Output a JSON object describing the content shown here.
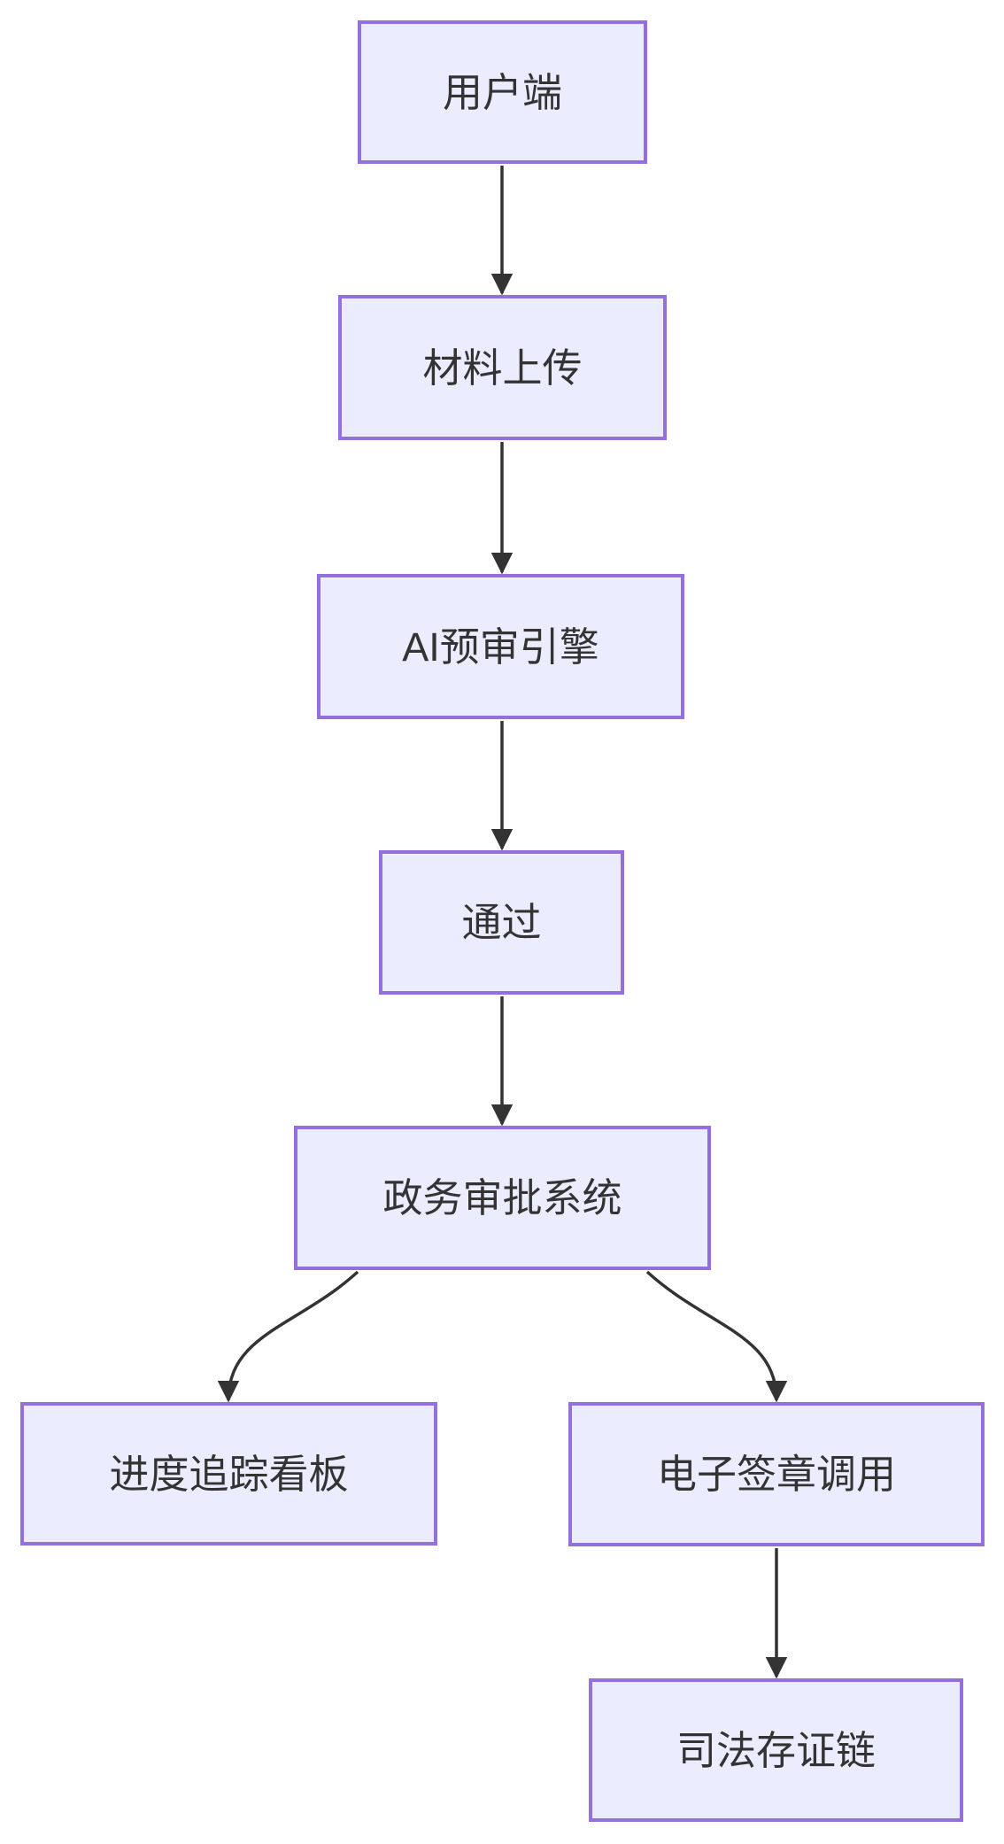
{
  "diagram": {
    "type": "flowchart",
    "direction": "top-down",
    "nodes": [
      {
        "id": "user-client",
        "label": "用户端"
      },
      {
        "id": "material-upload",
        "label": "材料上传"
      },
      {
        "id": "ai-precheck-engine",
        "label": "AI预审引擎"
      },
      {
        "id": "pass",
        "label": "通过"
      },
      {
        "id": "gov-approval-system",
        "label": "政务审批系统"
      },
      {
        "id": "progress-tracking-board",
        "label": "进度追踪看板"
      },
      {
        "id": "e-signature-call",
        "label": "电子签章调用"
      },
      {
        "id": "judicial-evidence-chain",
        "label": "司法存证链"
      }
    ],
    "edges": [
      {
        "from": "user-client",
        "to": "material-upload"
      },
      {
        "from": "material-upload",
        "to": "ai-precheck-engine"
      },
      {
        "from": "ai-precheck-engine",
        "to": "pass"
      },
      {
        "from": "pass",
        "to": "gov-approval-system"
      },
      {
        "from": "gov-approval-system",
        "to": "progress-tracking-board"
      },
      {
        "from": "gov-approval-system",
        "to": "e-signature-call"
      },
      {
        "from": "e-signature-call",
        "to": "judicial-evidence-chain"
      }
    ]
  },
  "colors": {
    "node_fill": "#ECECFF",
    "node_border": "#9370DB",
    "edge": "#333333",
    "text": "#333333",
    "background": "#FFFFFF"
  }
}
